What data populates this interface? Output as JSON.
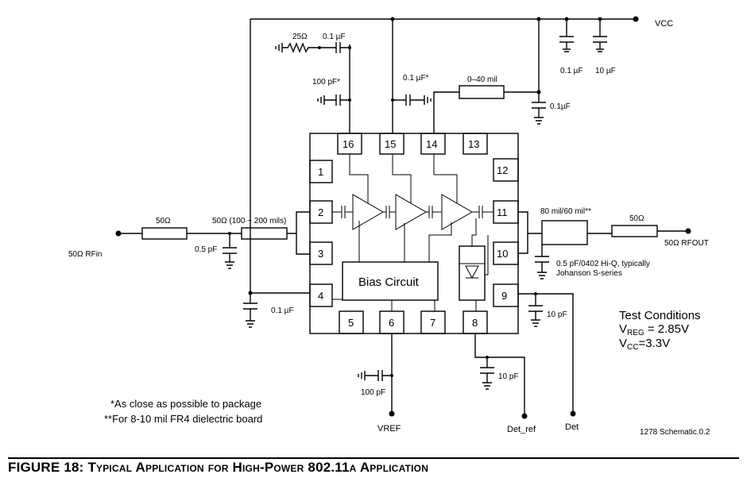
{
  "labels": {
    "vcc": "VCC",
    "res_25": "25Ω",
    "cap_01_top": "0.1 µF",
    "cap_100pf": "100 pF*",
    "cap_01_star": "0.1 µF*",
    "line_0_40": "0–40 mil",
    "cap_01_right": "0.1µF",
    "vcc_cap1": "0.1 µF",
    "vcc_cap2": "10 µF",
    "res_50_in": "50Ω",
    "line_50_in": "50Ω (100 ~ 200 mils)",
    "cap_05": "0.5 pF",
    "rfin": "50Ω RFin",
    "cap_01_pin4": "0.1 µF",
    "line_80": "80 mil/60 mil**",
    "res_50_out": "50Ω",
    "rfout": "50Ω RFOUT",
    "hiq_line1": "0.5 pF/0402 Hi-Q, typically",
    "hiq_line2": "Johanson S-series",
    "cap_10_pin9": "10 pF",
    "cap_10_pin8": "10 pF",
    "cap_100_pin6": "100 pF",
    "bias": "Bias Circuit",
    "vref": "VREF",
    "det_ref": "Det_ref",
    "det": "Det",
    "test_title": "Test Conditions",
    "vreg_main": "V",
    "vreg_sub": "REG",
    "vreg_val": " = 2.85V",
    "vcc_main": "V",
    "vcc_sub": "CC",
    "vcc_val": "=3.3V",
    "note1": "*As close as possible to package",
    "note2": "**For 8-10 mil FR4 dielectric board",
    "ref": "1278 Schematic.0.2"
  },
  "pins": {
    "p1": "1",
    "p2": "2",
    "p3": "3",
    "p4": "4",
    "p5": "5",
    "p6": "6",
    "p7": "7",
    "p8": "8",
    "p9": "9",
    "p10": "10",
    "p11": "11",
    "p12": "12",
    "p13": "13",
    "p14": "14",
    "p15": "15",
    "p16": "16"
  },
  "caption": "FIGURE 18: Typical Application for High-Power 802.11a Application"
}
